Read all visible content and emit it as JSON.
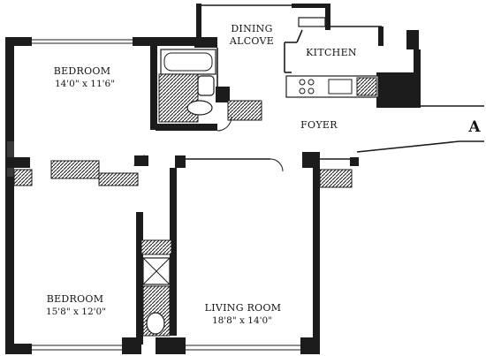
{
  "rooms": {
    "bedroom_1": {
      "name": "BEDROOM",
      "size": "14'0\" x 11'6\""
    },
    "bedroom_2": {
      "name": "BEDROOM",
      "size": "15'8\" x 12'0\""
    },
    "dining": {
      "line1": "DINING",
      "line2": "ALCOVE"
    },
    "kitchen": {
      "name": "KITCHEN"
    },
    "foyer": {
      "name": "FOYER"
    },
    "living": {
      "name": "LIVING ROOM",
      "size": "18'8\" x 14'0\""
    }
  },
  "marker": "A"
}
